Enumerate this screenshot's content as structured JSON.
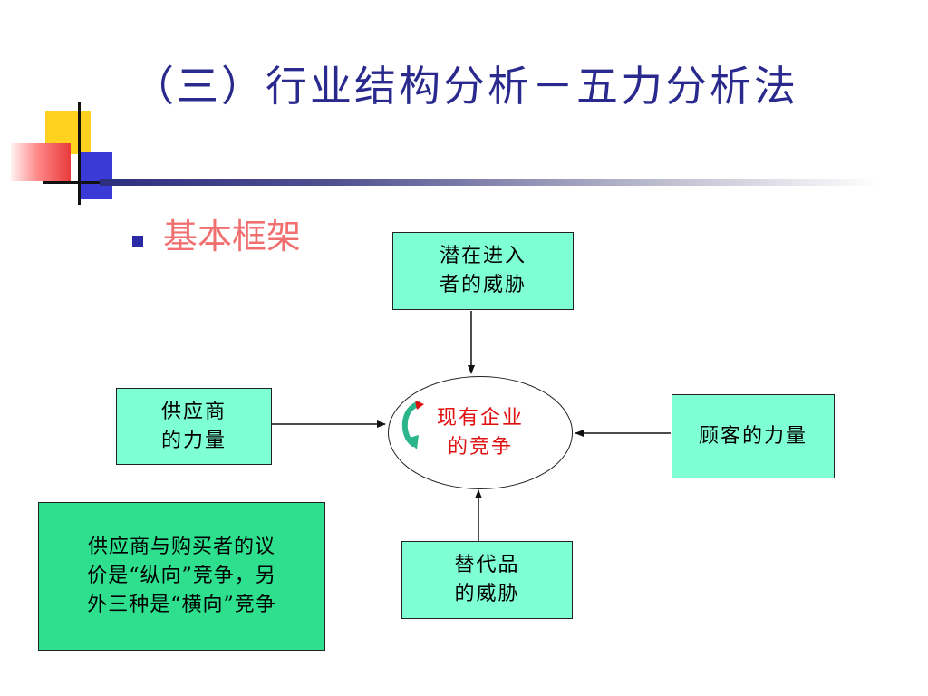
{
  "slide": {
    "title": "（三）行业结构分析－五力分析法",
    "bullet": "基本框架"
  },
  "diagram": {
    "center": [
      "现有企业",
      "的竞争"
    ],
    "top": [
      "潜在进入",
      "者的威胁"
    ],
    "left": [
      "供应商",
      "的力量"
    ],
    "right": [
      "顾客的力量"
    ],
    "bottom": [
      "替代品",
      "的威胁"
    ]
  },
  "note": {
    "lines": [
      "供应商与购买者的议",
      "价是“纵向”竞争，另",
      "外三种是“横向”竞争"
    ]
  },
  "colors": {
    "title": "#2a2a8e",
    "bullet_text": "#f07070",
    "box_fill": "#7fffd4",
    "note_fill": "#2ee08e",
    "center_text": "#e01010",
    "cycle_arrow": "#2ab58a"
  }
}
